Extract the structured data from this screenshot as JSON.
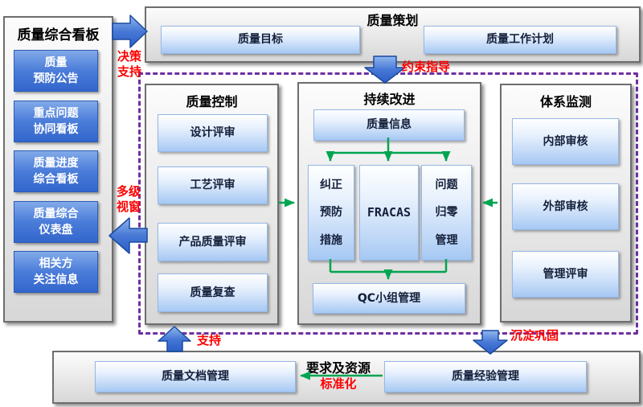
{
  "colors": {
    "blue_arrow": "#2B5FC7",
    "green_arrow": "#00A551",
    "red_label": "#FF0000",
    "purple_dashed": "#7030A0",
    "box_blue_light": "#A5C8F3",
    "box_blue_dark": "#3366CC"
  },
  "left_panel": {
    "title": "质量综合看板",
    "items": [
      "质量\n预防公告",
      "重点问题\n协同看板",
      "质量进度\n综合看板",
      "质量综合\n仪表盘",
      "相关方\n关注信息"
    ]
  },
  "top_panel": {
    "title": "质量策划",
    "items": [
      "质量目标",
      "质量工作计划"
    ]
  },
  "control_panel": {
    "title": "质量控制",
    "items": [
      "设计评审",
      "工艺评审",
      "产品质量评审",
      "质量复查"
    ]
  },
  "improve_panel": {
    "title": "持续改进",
    "top_box": "质量信息",
    "columns": [
      "纠正\n预防\n措施",
      "FRACAS",
      "问题\n归零\n管理"
    ],
    "bottom_box": "QC小组管理"
  },
  "monitor_panel": {
    "title": "体系监测",
    "items": [
      "内部审核",
      "外部审核",
      "管理评审"
    ]
  },
  "bottom_panel": {
    "title": "要求及资源",
    "items": [
      "质量文档管理",
      "质量经验管理"
    ]
  },
  "labels": {
    "decision_support": "决策\n支持",
    "constraint_guidance": "约束指导",
    "multi_level_view": "多级\n视窗",
    "support": "支持",
    "consolidate": "沉淀巩固",
    "standardize": "标准化"
  }
}
